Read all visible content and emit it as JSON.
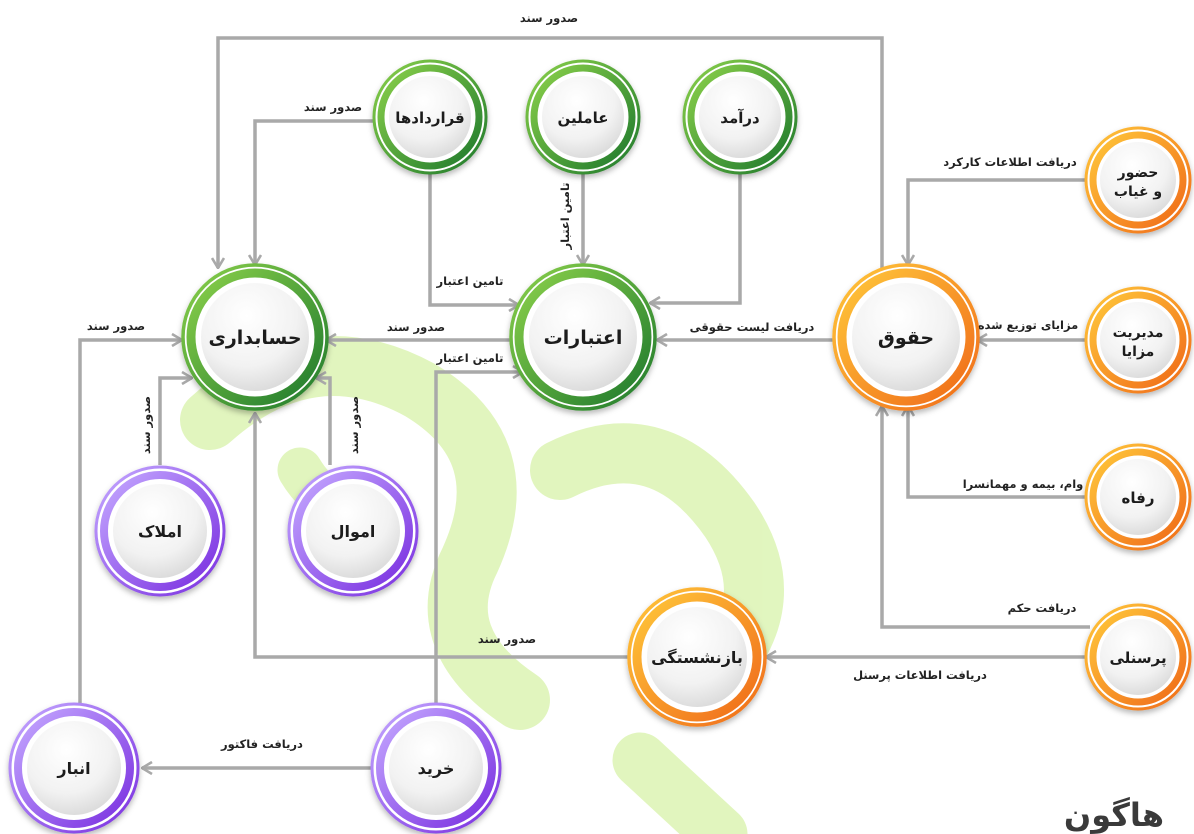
{
  "colors": {
    "green": "#4caf35",
    "green_dark": "#1f7a2d",
    "orange": "#f7a21b",
    "orange_dark": "#f06b1a",
    "purple": "#8a3de0",
    "purple_light": "#b89af5",
    "connector": "#a9a9a9",
    "watermark": "#c9ee8a"
  },
  "nodes": {
    "hesabdari": "حسابداری",
    "etebarat": "اعتبارات",
    "hoghogh": "حقوق",
    "gharardadha": "قراردادها",
    "amelin": "عاملین",
    "daramad": "درآمد",
    "hozur_line1": "حضور",
    "hozur_line2": "و غیاب",
    "modiriat_line1": "مدیریت",
    "modiriat_line2": "مزایا",
    "refah": "رفاه",
    "personeli": "پرسنلی",
    "bazneshastegi": "بازنشستگی",
    "amlak": "املاک",
    "amval": "اموال",
    "anbar": "انبار",
    "kharid": "خرید"
  },
  "edges": {
    "top_sanad": "صدور سند",
    "gharardad_sanad": "صدور سند",
    "amelin_tamin": "تامین اعتبار",
    "gharardad_tamin": "تامین اعتبار",
    "etebarat_sanad": "صدور سند",
    "kharid_tamin": "تامین اعتبار",
    "hoghogh_list": "دریافت لیست حقوقی",
    "hozur_info": "دریافت اطلاعات کارکرد",
    "mazaya_tozi": "مزایای توزیع شده",
    "refah_vam": "وام، بیمه و مهمانسرا",
    "personeli_hokm": "دریافت حکم",
    "personeli_info": "دریافت اطلاعات پرسنل",
    "bazneshastegi_sanad": "صدور سند",
    "anbar_sanad": "صدور سند",
    "amlak_sanad": "صدور سند",
    "amval_sanad": "صدور سند",
    "kharid_factor": "دریافت فاکتور"
  },
  "logo": {
    "text": "هاگون"
  }
}
